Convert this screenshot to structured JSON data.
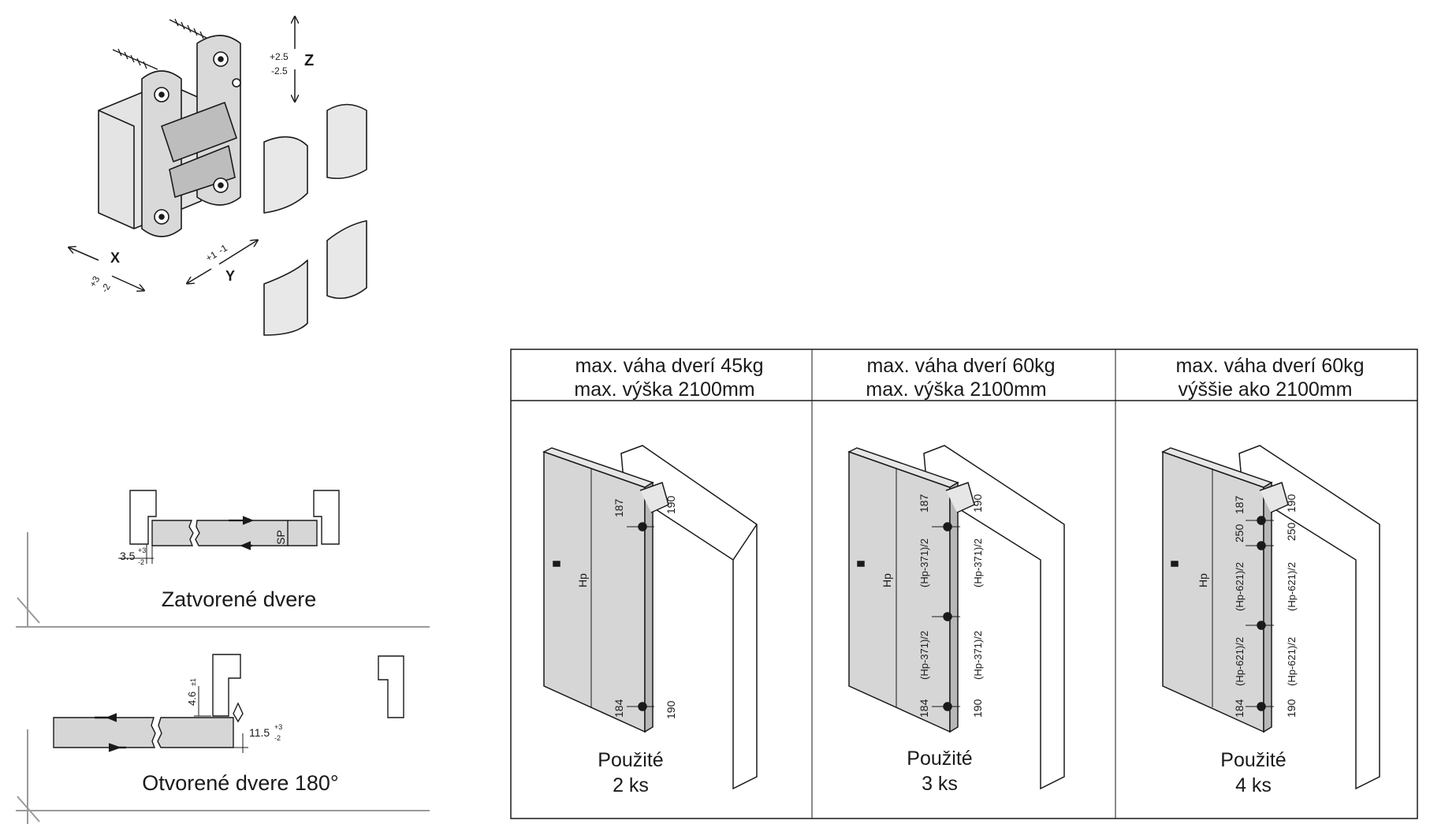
{
  "hinge": {
    "z_axis": "Z",
    "z_plus": "+2.5",
    "z_minus": "-2.5",
    "x_axis": "X",
    "x_plus": "+3",
    "x_minus": "-2",
    "y_axis": "Y",
    "y_plus": "+1",
    "y_minus": "-1"
  },
  "closed": {
    "caption": "Zatvorené dvere",
    "sp_label": "SP",
    "gap_value": "3.5",
    "gap_plus": "+3",
    "gap_minus": "-2"
  },
  "open": {
    "caption": "Otvorené dvere 180°",
    "depth_value": "4.6",
    "depth_tol": "±1",
    "offset_value": "11.5",
    "offset_plus": "+3",
    "offset_minus": "-2"
  },
  "table": {
    "columns": [
      {
        "header_line1": "max. váha dverí 45kg",
        "header_line2": "max. výška 2100mm",
        "used_label": "Použité",
        "count": "2 ks",
        "hp": "Hp",
        "dims": {
          "top_left": "187",
          "top_right": "190",
          "bottom_left": "184",
          "bottom_right": "190"
        }
      },
      {
        "header_line1": "max. váha dverí 60kg",
        "header_line2": "max. výška 2100mm",
        "used_label": "Použité",
        "count": "3 ks",
        "hp": "Hp",
        "dims": {
          "top_left": "187",
          "top_right": "190",
          "mid_upper_left": "(Hp-371)/2",
          "mid_upper_right": "(Hp-371)/2",
          "mid_lower_left": "(Hp-371)/2",
          "mid_lower_right": "(Hp-371)/2",
          "bottom_left": "184",
          "bottom_right": "190"
        }
      },
      {
        "header_line1": "max. váha dverí 60kg",
        "header_line2": "výššie ako  2100mm",
        "used_label": "Použité",
        "count": "4 ks",
        "hp": "Hp",
        "dims": {
          "top_left": "187",
          "top_right": "190",
          "second_left": "250",
          "second_right": "250",
          "mid_upper_left": "(Hp-621)/2",
          "mid_upper_right": "(Hp-621)/2",
          "mid_lower_left": "(Hp-621)/2",
          "mid_lower_right": "(Hp-621)/2",
          "bottom_left": "184",
          "bottom_right": "190"
        }
      }
    ]
  },
  "colors": {
    "panel": "#d6d6d6",
    "line": "#1a1a1a",
    "guide": "#9a9a9a"
  }
}
